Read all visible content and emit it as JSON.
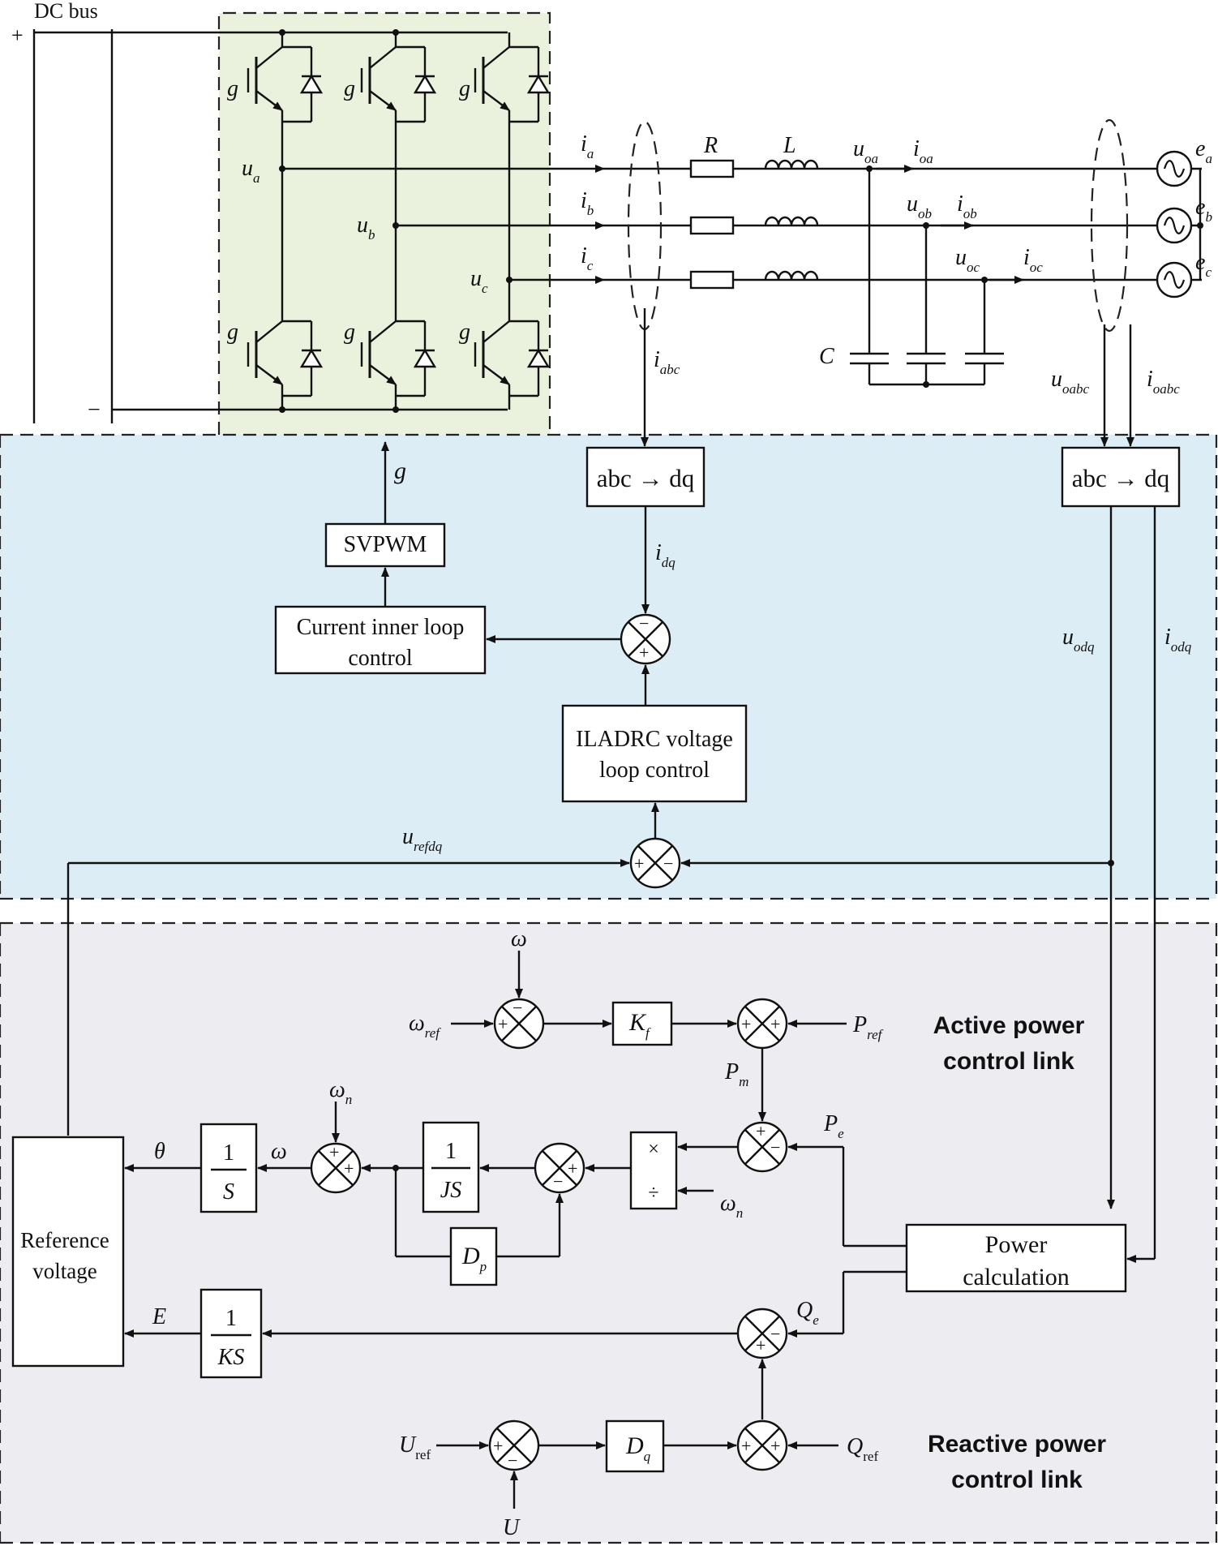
{
  "colors": {
    "inverter_region": "#eaf1dd",
    "control_region": "#dcedf6",
    "power_region": "#ececf1",
    "line": "#111111"
  },
  "dc_bus": {
    "label": "DC bus",
    "plus": "+",
    "minus": "−"
  },
  "inverter": {
    "gate_label": "g",
    "phase_voltages": {
      "a": "a",
      "b": "b",
      "c": "c",
      "base": "u"
    }
  },
  "grid": {
    "r_label": "R",
    "l_label": "L",
    "c_label": "C",
    "current_base": "i",
    "phase_subs": [
      "a",
      "b",
      "c"
    ],
    "out_voltage": {
      "base": "u",
      "subs": [
        "oa",
        "ob",
        "oc"
      ]
    },
    "out_current": {
      "base": "i",
      "subs": [
        "oa",
        "ob",
        "oc"
      ]
    },
    "source": {
      "base": "e",
      "subs": [
        "a",
        "b",
        "c"
      ]
    },
    "iabc": {
      "base": "i",
      "sub": "abc"
    },
    "uoabc": {
      "base": "u",
      "sub": "oabc"
    },
    "ioabc": {
      "base": "i",
      "sub": "oabc"
    }
  },
  "control": {
    "abc_dq_label": "abc → dq",
    "svpwm_label": "SVPWM",
    "current_loop": [
      "Current inner loop",
      "control"
    ],
    "iladrc": [
      "ILADRC voltage",
      "loop control"
    ],
    "g_label": "g",
    "idq": {
      "base": "i",
      "sub": "dq"
    },
    "uodq": {
      "base": "u",
      "sub": "odq"
    },
    "iodq": {
      "base": "i",
      "sub": "odq"
    },
    "urefdq": {
      "base": "u",
      "sub": "refdq"
    }
  },
  "power": {
    "omega": "ω",
    "omega_ref": {
      "base": "ω",
      "sub": "ref"
    },
    "omega_n": {
      "base": "ω",
      "sub": "n"
    },
    "kf": {
      "base": "K",
      "sub": "f"
    },
    "p_ref": {
      "base": "P",
      "sub": "ref"
    },
    "p_m": {
      "base": "P",
      "sub": "m"
    },
    "p_e": {
      "base": "P",
      "sub": "e"
    },
    "q_e": {
      "base": "Q",
      "sub": "e"
    },
    "q_ref": {
      "base": "Q",
      "sub": "ref"
    },
    "u_ref": {
      "base": "U",
      "sub": "ref"
    },
    "u": "U",
    "dp": {
      "base": "D",
      "sub": "p"
    },
    "dq": {
      "base": "D",
      "sub": "q"
    },
    "one": "1",
    "js": "JS",
    "s": "S",
    "ks": "KS",
    "theta": "θ",
    "e": "E",
    "multiply": "×",
    "divide": "÷",
    "plus": "+",
    "minus": "−",
    "power_calc": [
      "Power",
      "calculation"
    ],
    "ref_voltage": [
      "Reference",
      "voltage"
    ],
    "active_link": [
      "Active power",
      "control link"
    ],
    "reactive_link": [
      "Reactive power",
      "control link"
    ]
  }
}
